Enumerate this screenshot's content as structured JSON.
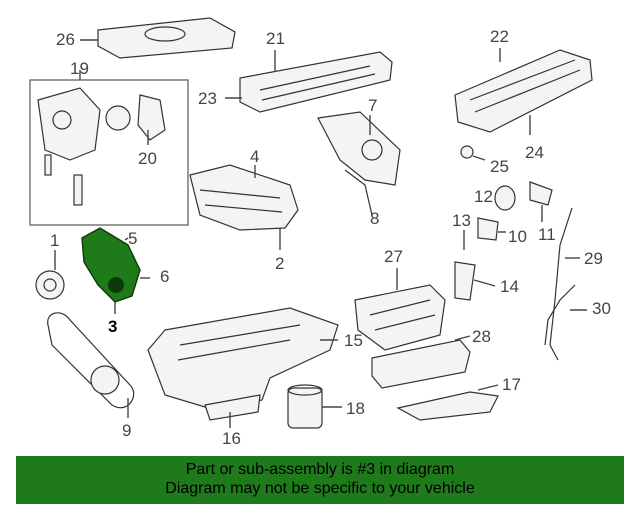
{
  "callouts": [
    "26",
    "21",
    "22",
    "19",
    "23",
    "7",
    "20",
    "4",
    "24",
    "25",
    "12",
    "8",
    "13",
    "10",
    "11",
    "1",
    "5",
    "27",
    "29",
    "6",
    "2",
    "14",
    "3",
    "30",
    "15",
    "28",
    "17",
    "9",
    "18",
    "16"
  ],
  "banner": {
    "line1": "Part or sub-assembly is #3 in diagram",
    "line2": "Diagram may not be specific to your vehicle"
  },
  "colors": {
    "highlight": "#1f7a1a",
    "banner_bg": "#1e7a1a"
  }
}
